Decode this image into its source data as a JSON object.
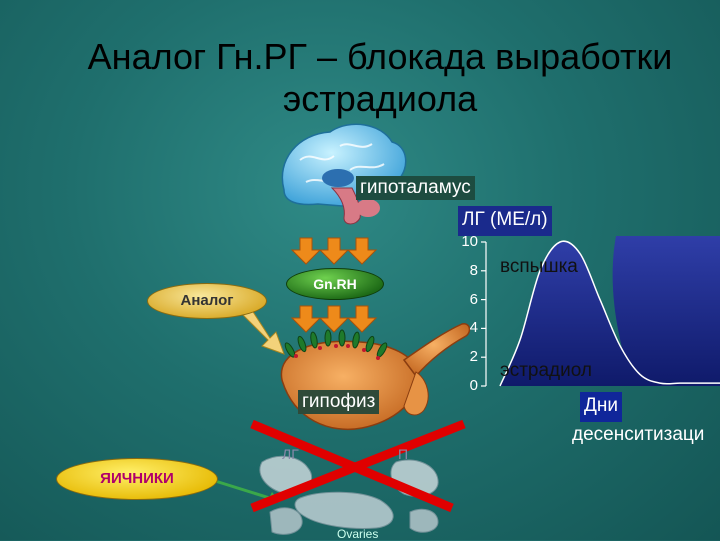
{
  "title": "Аналог Гн.РГ – блокада выработки эстрадиола",
  "labels": {
    "hypothalamus": "гипоталамус",
    "lh_units": "ЛГ (МЕ/л)",
    "gnrh": "Gn.RH",
    "analog": "Аналог",
    "pituitary": "гипофиз",
    "ovaries": "ЯИЧНИКИ",
    "ovaries_en": "Ovaries",
    "flare": "вспышка",
    "estradiol": "эстрадиол",
    "days": "Дни",
    "desensitization": "десенситизаци",
    "lh_faint": "ЛГ",
    "fsh_faint": "П"
  },
  "chart_data": {
    "type": "line",
    "ylabel": "ЛГ (МЕ/л)",
    "xlabel": "Дни",
    "ylim": [
      0,
      10
    ],
    "yticks": [
      0,
      2,
      4,
      6,
      8,
      10
    ],
    "series": [
      {
        "name": "вспышка",
        "x": [
          0,
          1,
          2,
          3,
          4,
          5,
          6,
          7,
          8,
          9,
          10,
          11
        ],
        "values": [
          0,
          3.2,
          8.0,
          10.0,
          9.2,
          6.0,
          2.8,
          0.8,
          0.2,
          0.2,
          0.2,
          0.2
        ]
      }
    ]
  },
  "colors": {
    "background": "#1f6f6d",
    "chart_fill_top": "#2f3ea8",
    "chart_fill_bottom": "#0f1a6a",
    "cross": "#e00000",
    "arrow_orange": "#ee8a1a"
  }
}
